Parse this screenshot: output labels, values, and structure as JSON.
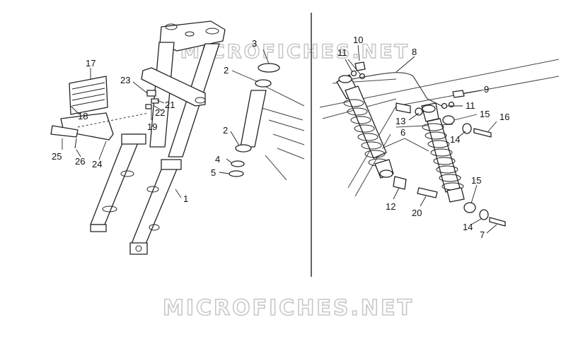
{
  "watermark": {
    "top": "MICROFICHES.NET",
    "bottom": "MICROFICHES.NET"
  },
  "callouts": {
    "c1": "1",
    "c2a": "2",
    "c2b": "2",
    "c3": "3",
    "c4": "4",
    "c5": "5",
    "c6": "6",
    "c7": "7",
    "c8": "8",
    "c9": "9",
    "c10": "10",
    "c11a": "11",
    "c11b": "11",
    "c12": "12",
    "c13": "13",
    "c14a": "14",
    "c14b": "14",
    "c15a": "15",
    "c15b": "15",
    "c16": "16",
    "c17": "17",
    "c18": "18",
    "c19": "19",
    "c20": "20",
    "c21": "21",
    "c22": "22",
    "c23": "23",
    "c24": "24",
    "c25": "25",
    "c26": "26"
  }
}
